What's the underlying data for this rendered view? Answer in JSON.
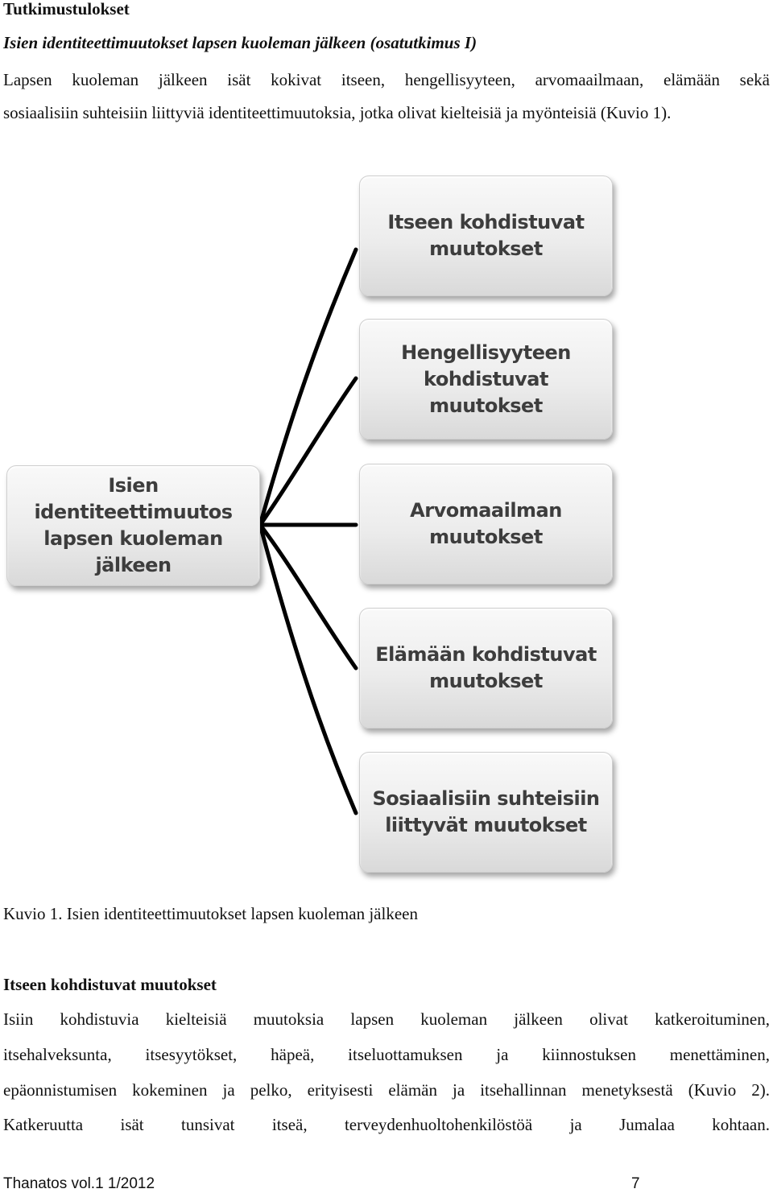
{
  "section_heading": "Tutkimustulokset",
  "subsection_heading": "Isien identiteettimuutokset lapsen kuoleman jälkeen (osatutkimus I)",
  "intro": {
    "line1": "Lapsen kuoleman jälkeen isät kokivat itseen, hengellisyyteen, arvomaailmaan, elämään sekä",
    "line2": "sosiaalisiin suhteisiin liittyviä identiteettimuutoksia, jotka olivat kielteisiä ja myönteisiä (Kuvio 1)."
  },
  "diagram": {
    "root": "Isien identiteettimuutos\nlapsen kuoleman\njälkeen",
    "children": [
      "Itseen kohdistuvat\nmuutokset",
      "Hengellisyyteen\nkohdistuvat muutokset",
      "Arvomaailman\nmuutokset",
      "Elämään kohdistuvat\nmuutokset",
      "Sosiaalisiin suhteisiin\nliittyvät muutokset"
    ]
  },
  "figure_caption": "Kuvio 1. Isien identiteettimuutokset lapsen kuoleman jälkeen",
  "section2": {
    "heading": "Itseen kohdistuvat muutokset",
    "line1": "Isiin kohdistuvia kielteisiä muutoksia lapsen kuoleman jälkeen olivat katkeroituminen,",
    "line2": "itsehalveksunta, itsesyytökset, häpeä, itseluottamuksen ja kiinnostuksen menettäminen,",
    "line3": "epäonnistumisen kokeminen ja pelko, erityisesti elämän ja itsehallinnan menetyksestä (Kuvio 2).",
    "line4": "Katkeruutta isät tunsivat itseä, terveydenhuoltohenkilöstöä ja Jumalaa kohtaan."
  },
  "footer": {
    "journal": "Thanatos vol.1 1/2012",
    "page_number": "7"
  }
}
